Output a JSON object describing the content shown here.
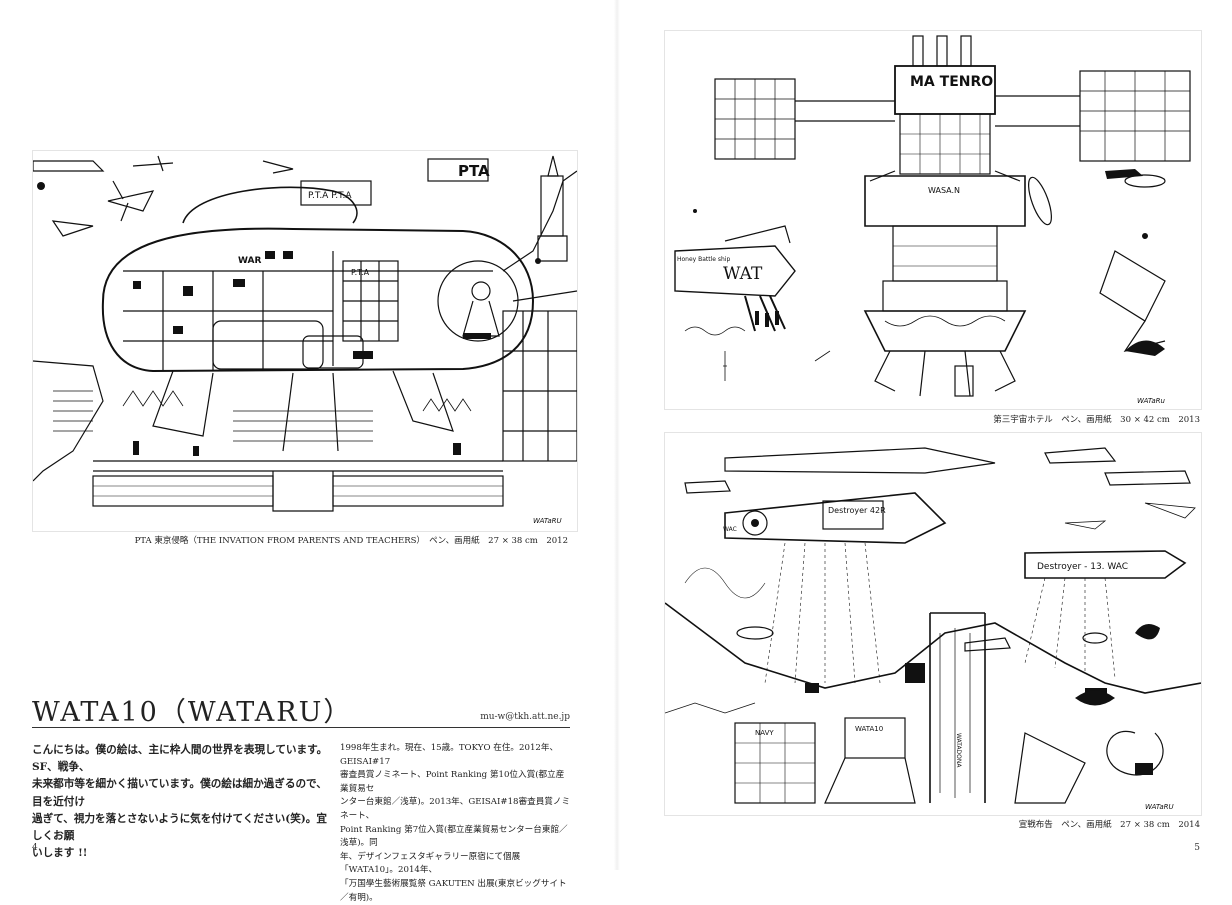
{
  "left_page": {
    "artwork": {
      "signature": "WATaRU",
      "labels": {
        "sign_pta": "PTA",
        "blimp_pta": "P.T.A  P.T.A",
        "hall_pta": "P.T.A",
        "war": "WAR"
      }
    },
    "caption": "PTA 東京侵略（THE INVATION FROM PARENTS AND TEACHERS）　ペン、画用紙　27 × 38 cm　2012",
    "artist": {
      "name": "WATA10（WATARU）",
      "email": "mu-w@tkh.att.ne.jp"
    },
    "statement": [
      "こんにちは。僕の絵は、主に枠人間の世界を表現しています。SF、戦争、",
      "未来都市等を細かく描いています。僕の絵は細か過ぎるので、目を近付け",
      "過ぎて、視力を落とさないように気を付けてください(笑)。宜しくお願",
      "いします !!"
    ],
    "biography": [
      "1998年生まれ。現在、15歳。TOKYO 在住。2012年、GEISAI#17",
      "審査員賞ノミネート、Point Ranking 第10位入賞(都立産業貿易セ",
      "ンター台東館／浅草)。2013年、GEISAI#18審査員賞ノミネート、",
      "Point Ranking 第7位入賞(都立産業貿易センター台東館／浅草)。同",
      "年、デザインフェスタギャラリー原宿にて個展「WATA10」。2014年、",
      "「万国學生藝術展覧祭 GAKUTEN 出展(東京ビッグサイト／有明)。"
    ],
    "page_number": "4"
  },
  "right_page": {
    "artwork_top": {
      "signature": "WATaRu",
      "labels": {
        "hotel_sign": "MA TENRO",
        "floor_sign": "WASA.N",
        "ship": "WAT",
        "ship_side": "Honey Battle ship"
      }
    },
    "caption_top": "第三宇宙ホテル　ペン、画用紙　30 × 42 cm　2013",
    "artwork_bottom": {
      "signature": "WATaRU",
      "labels": {
        "destroyer_1": "Destroyer 42R",
        "destroyer_2": "Destroyer - 13. WAC",
        "wac": "WAC",
        "navy": "NAVY",
        "tower": "WATA10",
        "tower_2": "WATADONA"
      }
    },
    "caption_bottom": "宣戦布告　ペン、画用紙　27 × 38 cm　2014",
    "page_number": "5"
  }
}
